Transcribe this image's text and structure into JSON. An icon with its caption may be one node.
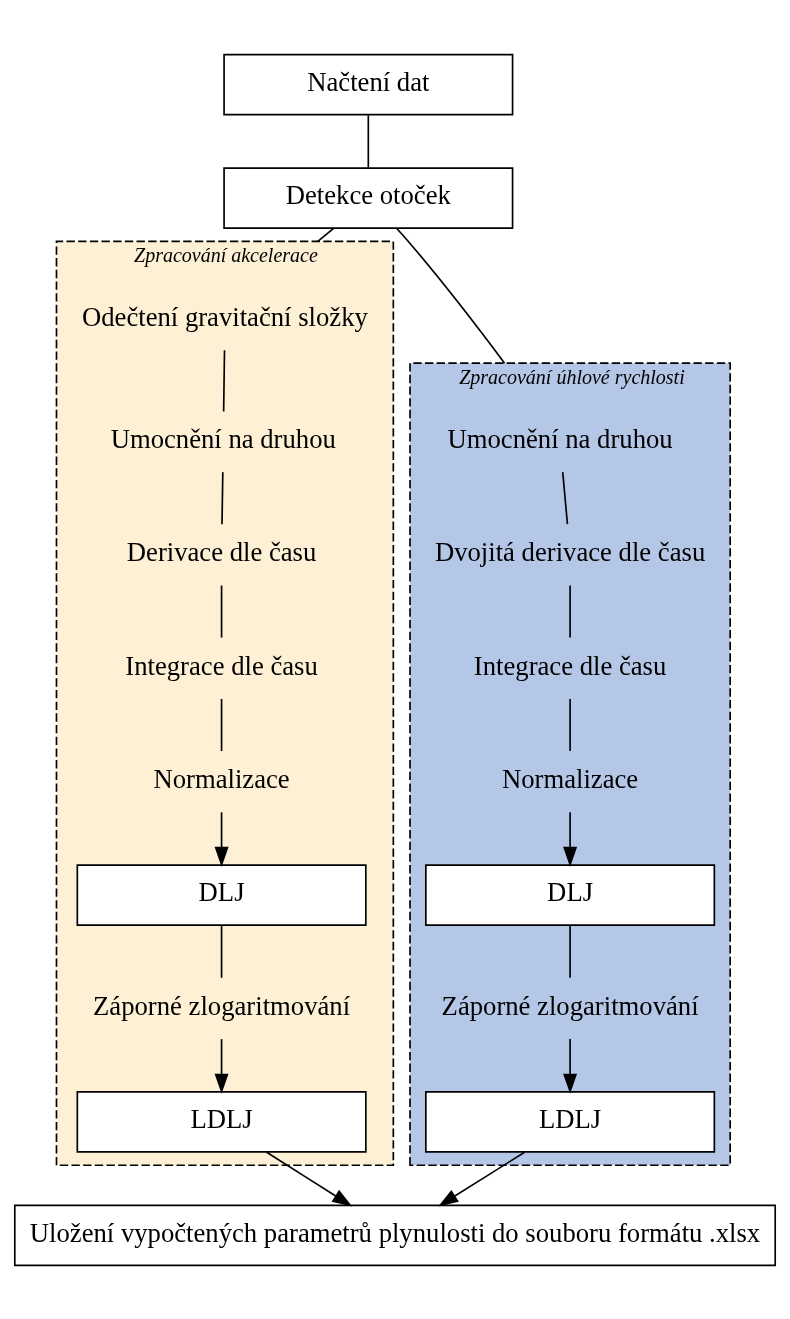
{
  "diagram": {
    "nodes": [
      {
        "text": [
          "Načtení dat"
        ]
      },
      {
        "text": [
          "Detekce otoček"
        ]
      },
      {
        "text": [
          "Zpracování akcelerace"
        ]
      },
      {
        "text": [
          "Odečtení gravitační složky"
        ],
        "in": 2
      },
      {
        "text": [
          "Umocnění na druhou"
        ],
        "in": 2
      },
      {
        "text": [
          "Derivace dle času"
        ],
        "in": 2
      },
      {
        "text": [
          "Integrace dle času"
        ],
        "in": 2
      },
      {
        "text": [
          "Normalizace"
        ],
        "in": 2
      },
      {
        "text": [
          "DLJ"
        ],
        "in": 2
      },
      {
        "text": [
          "Záporné zlogaritmování"
        ],
        "in": 2
      },
      {
        "text": [
          "LDLJ"
        ],
        "in": 2
      },
      {
        "text": [
          "Zpracování úhlové rychlosti"
        ]
      },
      {
        "text": [
          "Umocnění na druhou"
        ],
        "in": 11
      },
      {
        "text": [
          "Dvojitá derivace dle času"
        ],
        "in": 11
      },
      {
        "text": [
          "Integrace dle času"
        ],
        "in": 11
      },
      {
        "text": [
          "Normalizace"
        ],
        "in": 11
      },
      {
        "text": [
          "DLJ"
        ],
        "in": 11
      },
      {
        "text": [
          "Záporné zlogaritmování"
        ],
        "in": 11
      },
      {
        "text": [
          "LDLJ"
        ],
        "in": 11
      },
      {
        "text": [
          "Uložení vypočtených parametrů plynulosti do souboru formátu .xlsx"
        ]
      }
    ],
    "edges": [
      {
        "from": 0,
        "to": 1,
        "arrow": "none"
      },
      {
        "from": 1,
        "to": 2,
        "arrow": "none"
      },
      {
        "from": 1,
        "to": 11,
        "arrow": "none"
      },
      {
        "from": 3,
        "to": 4,
        "arrow": "none"
      },
      {
        "from": 4,
        "to": 5,
        "arrow": "none"
      },
      {
        "from": 5,
        "to": 6,
        "arrow": "none"
      },
      {
        "from": 6,
        "to": 7,
        "arrow": "none"
      },
      {
        "from": 7,
        "to": 8,
        "arrow": "to"
      },
      {
        "from": 8,
        "to": 9,
        "arrow": "none"
      },
      {
        "from": 9,
        "to": 10,
        "arrow": "to"
      },
      {
        "from": 10,
        "to": 19,
        "arrow": "to"
      },
      {
        "from": 12,
        "to": 13,
        "arrow": "none"
      },
      {
        "from": 13,
        "to": 14,
        "arrow": "none"
      },
      {
        "from": 14,
        "to": 15,
        "arrow": "none"
      },
      {
        "from": 15,
        "to": 16,
        "arrow": "to"
      },
      {
        "from": 16,
        "to": 17,
        "arrow": "none"
      },
      {
        "from": 17,
        "to": 18,
        "arrow": "to"
      },
      {
        "from": 18,
        "to": 19,
        "arrow": "to"
      }
    ]
  }
}
